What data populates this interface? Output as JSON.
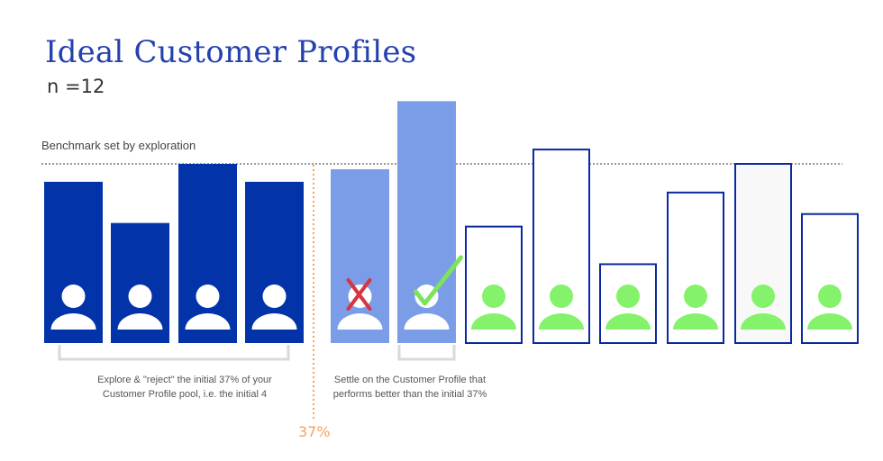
{
  "header": {
    "title": "Ideal Customer Profiles",
    "subtitle": "n =12"
  },
  "benchmark": {
    "label": "Benchmark set by exploration"
  },
  "threshold": {
    "label": "37%",
    "color": "#f5a25d"
  },
  "captions": {
    "explore": [
      "Explore & \"reject\" the initial 37% of your",
      "Customer Profile pool, i.e. the initial 4"
    ],
    "settle": [
      "Settle on the Customer Profile that",
      "performs better than the initial 37%"
    ]
  },
  "colors": {
    "explored": "#0233a8",
    "evaluated": "#7b9de8",
    "outline": "#0a2aa0",
    "green": "#84f26a",
    "reject": "#d8343f",
    "accept": "#7de35c",
    "grey": "#d9d9d9"
  },
  "chart_data": {
    "type": "bar",
    "n": 12,
    "benchmark_value": 100,
    "profiles": [
      {
        "value": 90,
        "status": "explored"
      },
      {
        "value": 67,
        "status": "explored"
      },
      {
        "value": 100,
        "status": "explored"
      },
      {
        "value": 90,
        "status": "explored"
      },
      {
        "value": 97,
        "status": "rejected"
      },
      {
        "value": 135,
        "status": "selected"
      },
      {
        "value": 65,
        "status": "remaining"
      },
      {
        "value": 108,
        "status": "remaining"
      },
      {
        "value": 44,
        "status": "remaining"
      },
      {
        "value": 84,
        "status": "remaining"
      },
      {
        "value": 100,
        "status": "remaining",
        "highlight": true
      },
      {
        "value": 72,
        "status": "remaining"
      }
    ]
  }
}
